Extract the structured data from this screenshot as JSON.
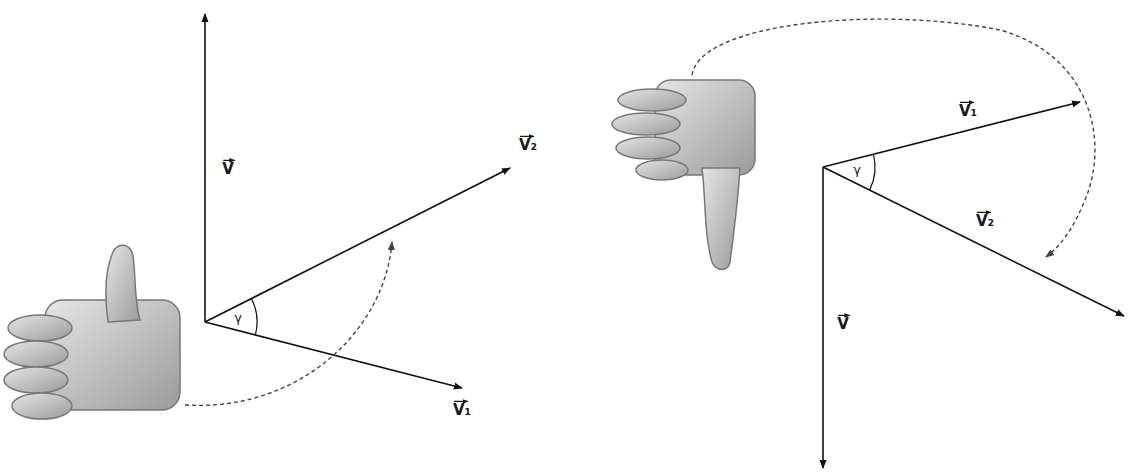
{
  "diagram": {
    "labels": [
      "V",
      "V₂",
      "γ",
      "V₁",
      "V₁",
      "γ",
      "V₂",
      "V"
    ]
  }
}
